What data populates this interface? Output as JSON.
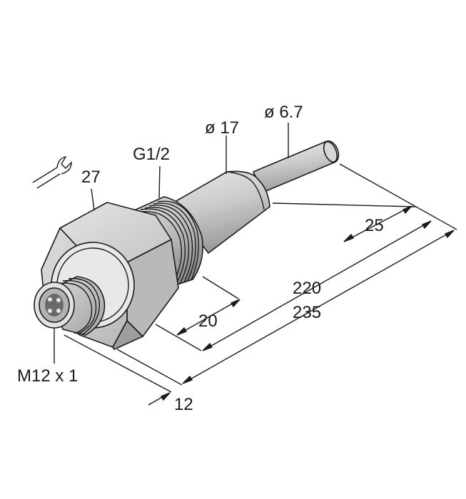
{
  "labels": {
    "wrench_size": "27",
    "thread": "G1/2",
    "diameter_body": "ø 17",
    "diameter_probe": "ø 6.7",
    "length_probe_tip": "25",
    "length_thread": "20",
    "length_220": "220",
    "length_235": "235",
    "connector": "M12 x 1",
    "length_connector": "12"
  },
  "colors": {
    "line": "#1a1a1a",
    "body_light": "#e0e0e0",
    "body_mid": "#c8c8c8",
    "body_dark": "#a8a8a8",
    "shadow": "#8c8c8c"
  },
  "icons": {
    "wrench": "wrench-icon"
  }
}
